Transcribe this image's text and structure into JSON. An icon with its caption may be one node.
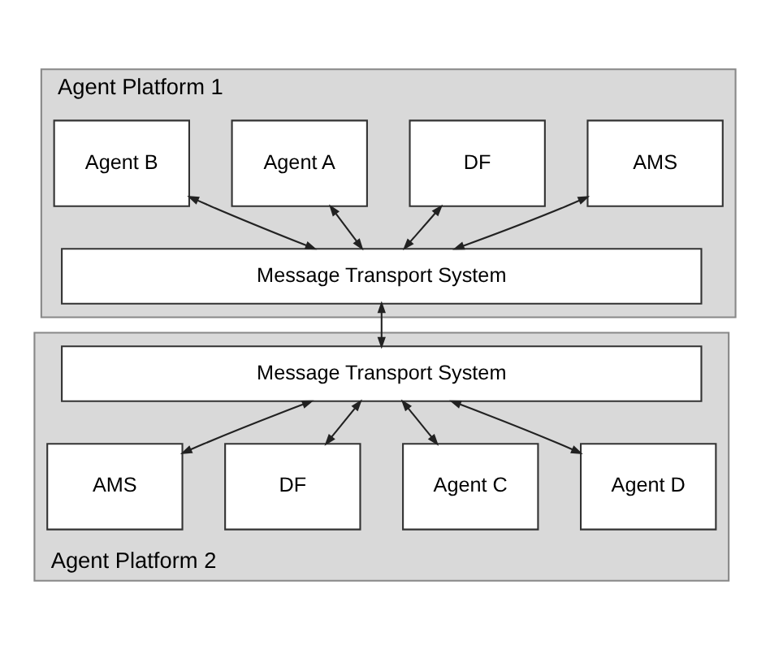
{
  "diagram": {
    "nodes": [
      {
        "text": [
          "Agent Platform 1"
        ]
      },
      {
        "text": [
          "AMS"
        ],
        "in": 0
      },
      {
        "text": [
          "DF"
        ],
        "in": 0
      },
      {
        "text": [
          "Agent A"
        ],
        "in": 0
      },
      {
        "text": [
          "Agent B"
        ],
        "in": 0
      },
      {
        "text": [
          "Message Transport System"
        ],
        "in": 0
      },
      {
        "text": [
          "Agent Platform 2"
        ]
      },
      {
        "text": [
          "Message Transport System"
        ],
        "in": 6
      },
      {
        "text": [
          "AMS"
        ],
        "in": 6
      },
      {
        "text": [
          "DF"
        ],
        "in": 6
      },
      {
        "text": [
          "Agent C"
        ],
        "in": 6
      },
      {
        "text": [
          "Agent D"
        ],
        "in": 6
      }
    ],
    "edges": [
      {
        "from": 1,
        "to": 5,
        "arrow": "both"
      },
      {
        "from": 2,
        "to": 5,
        "arrow": "both"
      },
      {
        "from": 3,
        "to": 5,
        "arrow": "both"
      },
      {
        "from": 4,
        "to": 5,
        "arrow": "both"
      },
      {
        "from": 5,
        "to": 7,
        "arrow": "both"
      },
      {
        "from": 7,
        "to": 8,
        "arrow": "both"
      },
      {
        "from": 7,
        "to": 9,
        "arrow": "both"
      },
      {
        "from": 7,
        "to": 10,
        "arrow": "both"
      },
      {
        "from": 7,
        "to": 11,
        "arrow": "both"
      }
    ]
  }
}
